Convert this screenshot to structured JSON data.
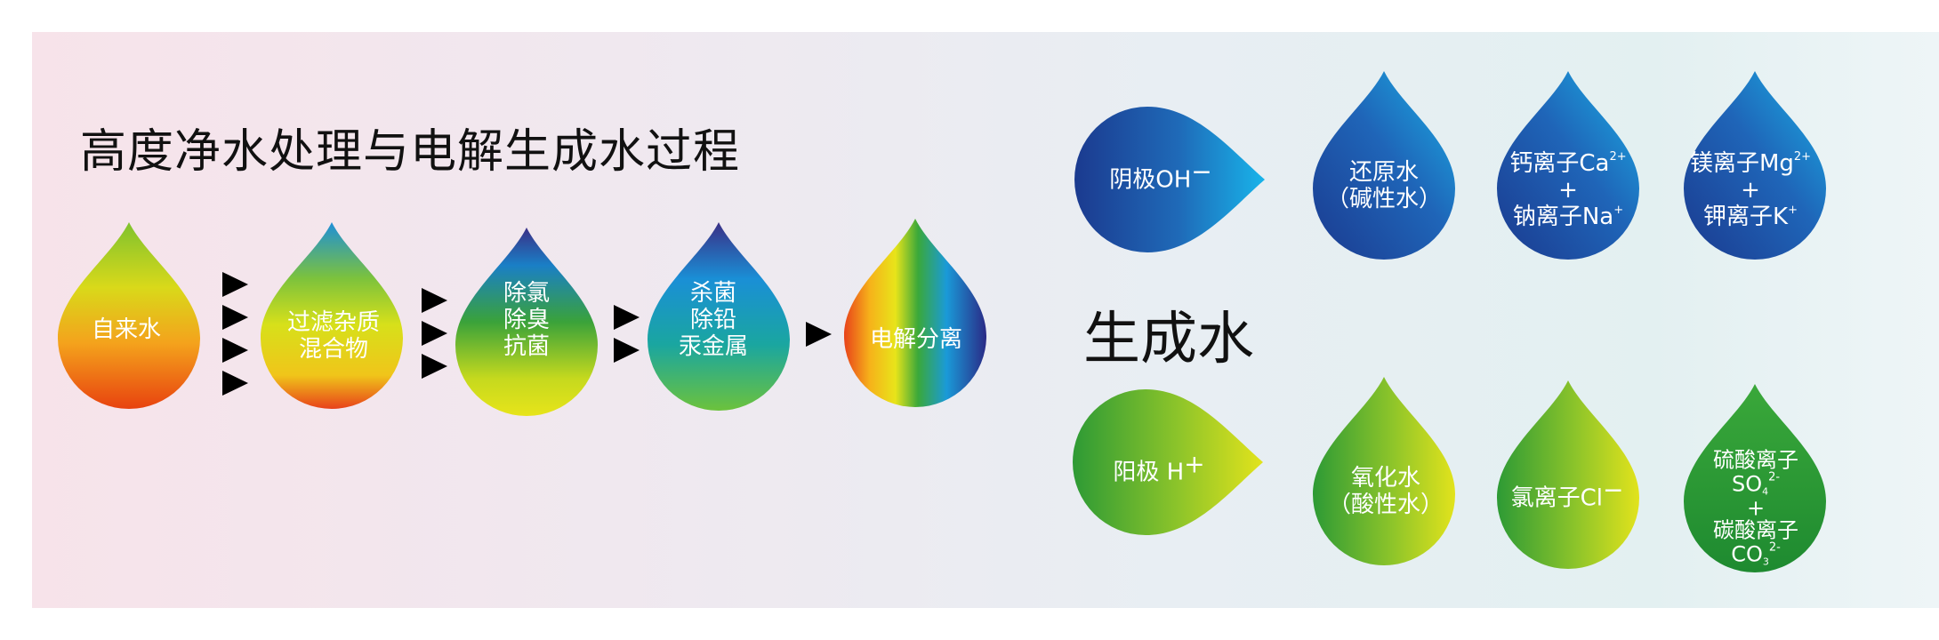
{
  "title": "高度净水处理与电解生成水过程",
  "mid_title": "生成水",
  "process_steps": [
    {
      "text": "自来水"
    },
    {
      "text": "过滤杂质\n混合物"
    },
    {
      "text": "除氯\n除臭\n抗菌"
    },
    {
      "text": "杀菌\n除铅\n汞金属"
    },
    {
      "text": "电解分离"
    }
  ],
  "cathode": {
    "label": "阴极OH",
    "sup": "−"
  },
  "anode": {
    "label": "阳极 H",
    "sup": "+"
  },
  "alkaline_drops": [
    {
      "line1": "还原水",
      "line2": "（碱性水）"
    },
    {
      "ion1": "钙离子Ca",
      "ion1_sup": "2+",
      "plus": "+",
      "ion2": "钠离子Na",
      "ion2_sup": "+"
    },
    {
      "ion1": "镁离子Mg",
      "ion1_sup": "2+",
      "plus": "+",
      "ion2": "钾离子K",
      "ion2_sup": "+"
    }
  ],
  "acidic_drops": [
    {
      "line1": "氧化水",
      "line2": "（酸性水）"
    },
    {
      "ion1": "氯离子Cl",
      "ion1_sup": "−"
    },
    {
      "line1": "硫酸离子",
      "so4": "SO",
      "so4_sub": "4",
      "so4_sup": "2-",
      "plus": "+",
      "line3": "碳酸离子",
      "co3": "CO",
      "co3_sub": "3",
      "co3_sup": "2-"
    }
  ],
  "colors": {
    "arrow": "#000000",
    "alkaline_dark": "#1b3a8f",
    "alkaline_light": "#1aa6e0",
    "acidic_dark": "#2d9a35",
    "acidic_light": "#d8e21c"
  }
}
